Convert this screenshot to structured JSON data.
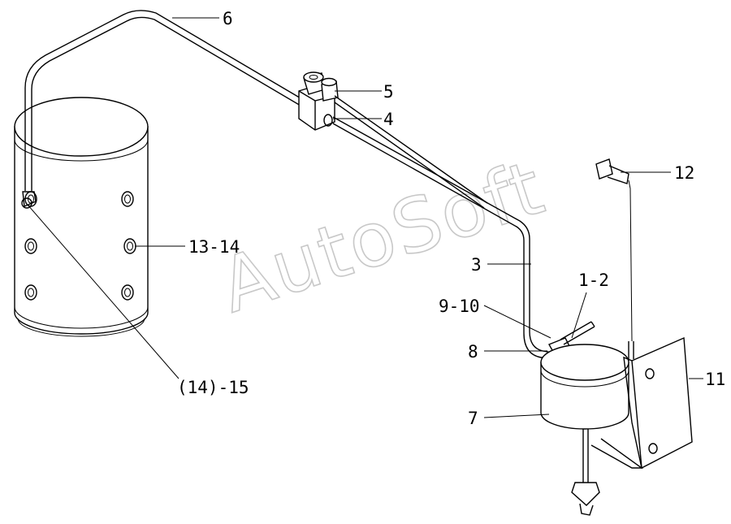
{
  "watermark": "AutoSoft",
  "callouts": [
    {
      "id": "callout-6",
      "label": "6"
    },
    {
      "id": "callout-5",
      "label": "5"
    },
    {
      "id": "callout-4",
      "label": "4"
    },
    {
      "id": "callout-12",
      "label": "12"
    },
    {
      "id": "callout-13-14",
      "label": "13-14"
    },
    {
      "id": "callout-3",
      "label": "3"
    },
    {
      "id": "callout-1-2",
      "label": "1-2"
    },
    {
      "id": "callout-9-10",
      "label": "9-10"
    },
    {
      "id": "callout-8",
      "label": "8"
    },
    {
      "id": "callout-11",
      "label": "11"
    },
    {
      "id": "callout-7",
      "label": "7"
    },
    {
      "id": "callout-14-15",
      "label": "(14)-15"
    }
  ]
}
